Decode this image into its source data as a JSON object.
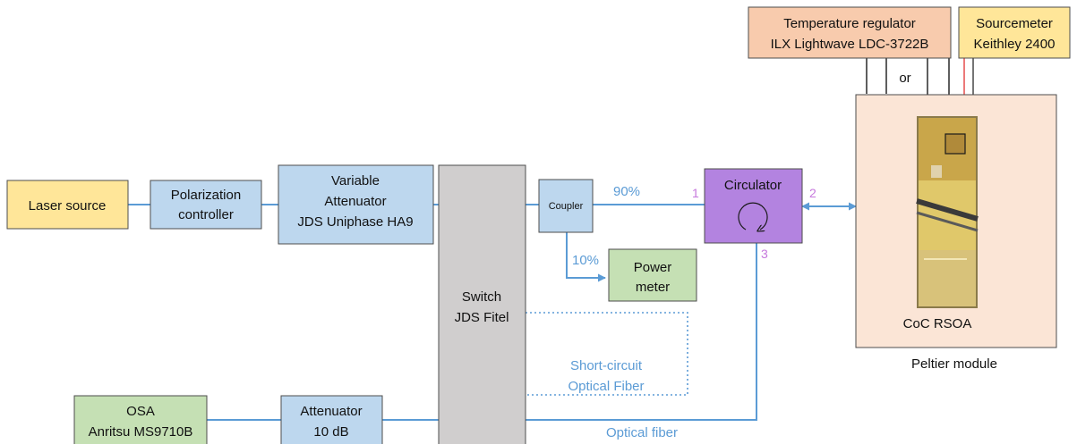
{
  "colors": {
    "laser": "#ffe699",
    "blue_box": "#bdd7ee",
    "green_box": "#c5e0b4",
    "switch": "#d0cece",
    "circulator": "#b383e0",
    "temp": "#f8cbad",
    "sourcemeter": "#ffe699",
    "peltier": "#fbe5d6",
    "fiber": "#5b9bd5",
    "port_label": "#c678dd"
  },
  "boxes": {
    "laser": "Laser source",
    "polarization": [
      "Polarization",
      "controller"
    ],
    "attenuator_var": [
      "Variable",
      "Attenuator",
      "JDS Uniphase HA9"
    ],
    "switch": [
      "Switch",
      "JDS Fitel"
    ],
    "coupler": "Coupler",
    "power_meter": [
      "Power",
      "meter"
    ],
    "circulator": "Circulator",
    "osa": [
      "OSA",
      "Anritsu MS9710B"
    ],
    "attenuator": [
      "Attenuator",
      "10 dB"
    ],
    "temp_regulator": [
      "Temperature regulator",
      "ILX Lightwave LDC-3722B"
    ],
    "sourcemeter": [
      "Sourcemeter",
      "Keithley 2400"
    ],
    "rsoa": "CoC RSOA",
    "peltier": "Peltier module"
  },
  "labels": {
    "or": "or",
    "pct_90": "90%",
    "pct_10": "10%",
    "port_1": "1",
    "port_2": "2",
    "port_3": "3",
    "short_circuit": [
      "Short-circuit",
      "Optical Fiber"
    ],
    "optical_fiber": "Optical fiber"
  }
}
